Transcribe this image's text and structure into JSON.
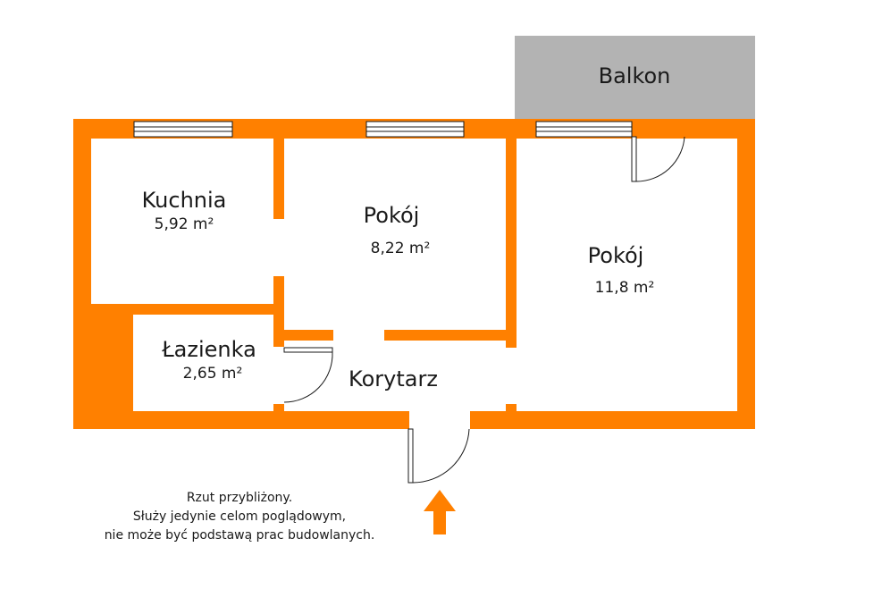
{
  "colors": {
    "wall": "#ff8000",
    "balcony": "#b3b3b3",
    "background": "#ffffff",
    "line": "#1a1a1a"
  },
  "rooms": {
    "balkon": {
      "name": "Balkon"
    },
    "kuchnia": {
      "name": "Kuchnia",
      "area": "5,92 m²"
    },
    "pokoj_small": {
      "name": "Pokój",
      "area": "8,22 m²"
    },
    "pokoj_large": {
      "name": "Pokój",
      "area": "11,8 m²"
    },
    "lazienka": {
      "name": "Łazienka",
      "area": "2,65 m²"
    },
    "korytarz": {
      "name": "Korytarz"
    }
  },
  "note": {
    "line1": "Rzut przybliżony.",
    "line2": "Służy jedynie celom poglądowym,",
    "line3": "nie może być podstawą prac budowlanych."
  },
  "icons": {
    "entrance": "arrow-up-icon"
  }
}
